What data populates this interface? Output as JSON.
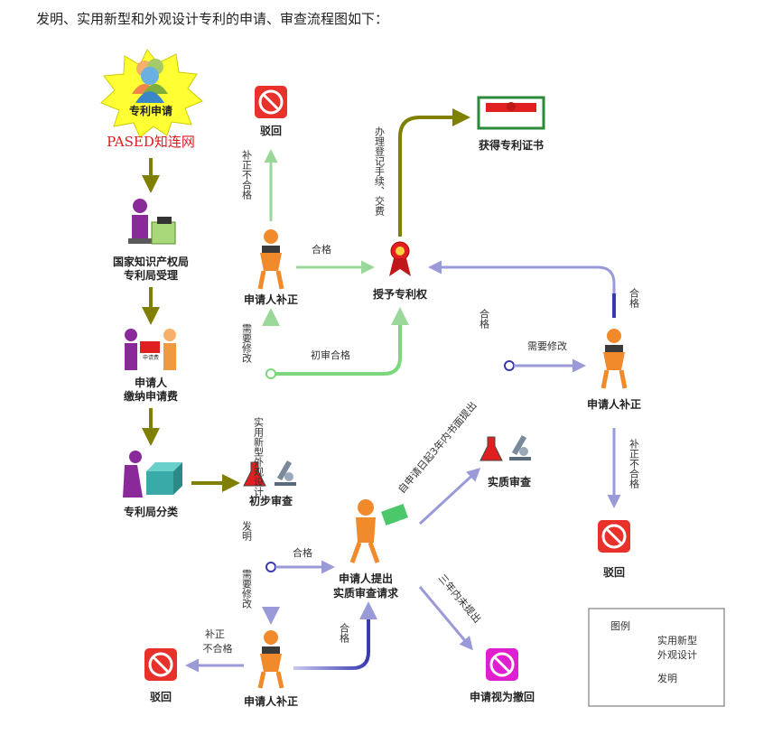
{
  "heading": "发明、实用新型和外观设计专利的申请、审查流程图如下：",
  "nodes": {
    "apply": "专利申请",
    "watermark": "PASED知连网",
    "office_line1": "国家知识产权局",
    "office_line2": "专利局受理",
    "fee_line1": "申请人",
    "fee_line2": "缴纳申请费",
    "classify": "专利局分类",
    "prelim": "初步审查",
    "reject_top": "驳回",
    "amend_top": "申请人补正",
    "grant": "授予专利权",
    "certificate": "获得专利证书",
    "request_line1": "申请人提出",
    "request_line2": "实质审查请求",
    "substantive": "实质审查",
    "amend_right": "申请人补正",
    "reject_right": "驳回",
    "amend_bottom": "申请人补正",
    "reject_bottom": "驳回",
    "withdrawn": "申请视为撤回",
    "fee_doc": "申请费"
  },
  "edges": {
    "amend_fail_top": "补正不合格",
    "pass_to_grant": "合格",
    "register": "办理登记手续、交费",
    "need_modify_1": "需要修改",
    "prelim_pass": "初审合格",
    "utility_design": "实用新型外观设计",
    "pass_right": "合格",
    "need_modify_right": "需要修改",
    "pass_top_right": "合格",
    "amend_fail_right": "补正不合格",
    "within_3y": "自申请日起3年内书面提出",
    "not_within_3y": "三年内未提出",
    "invention": "发明",
    "pass_mid": "合格",
    "need_modify_2": "需要修改",
    "pass_bottom": "合格",
    "amend_fail_bottom": "补正不合格"
  },
  "legend": {
    "title": "图例",
    "utility_line1": "实用新型",
    "utility_line2": "外观设计",
    "invention": "发明"
  },
  "colors": {
    "olive": "#808000",
    "green": "#7dd87d",
    "blue": "#3a3ab0",
    "lavender": "#9a9ad8",
    "reject_red": "#e8312a",
    "withdraw_magenta": "#e020d0",
    "person_orange": "#f08a2a"
  }
}
